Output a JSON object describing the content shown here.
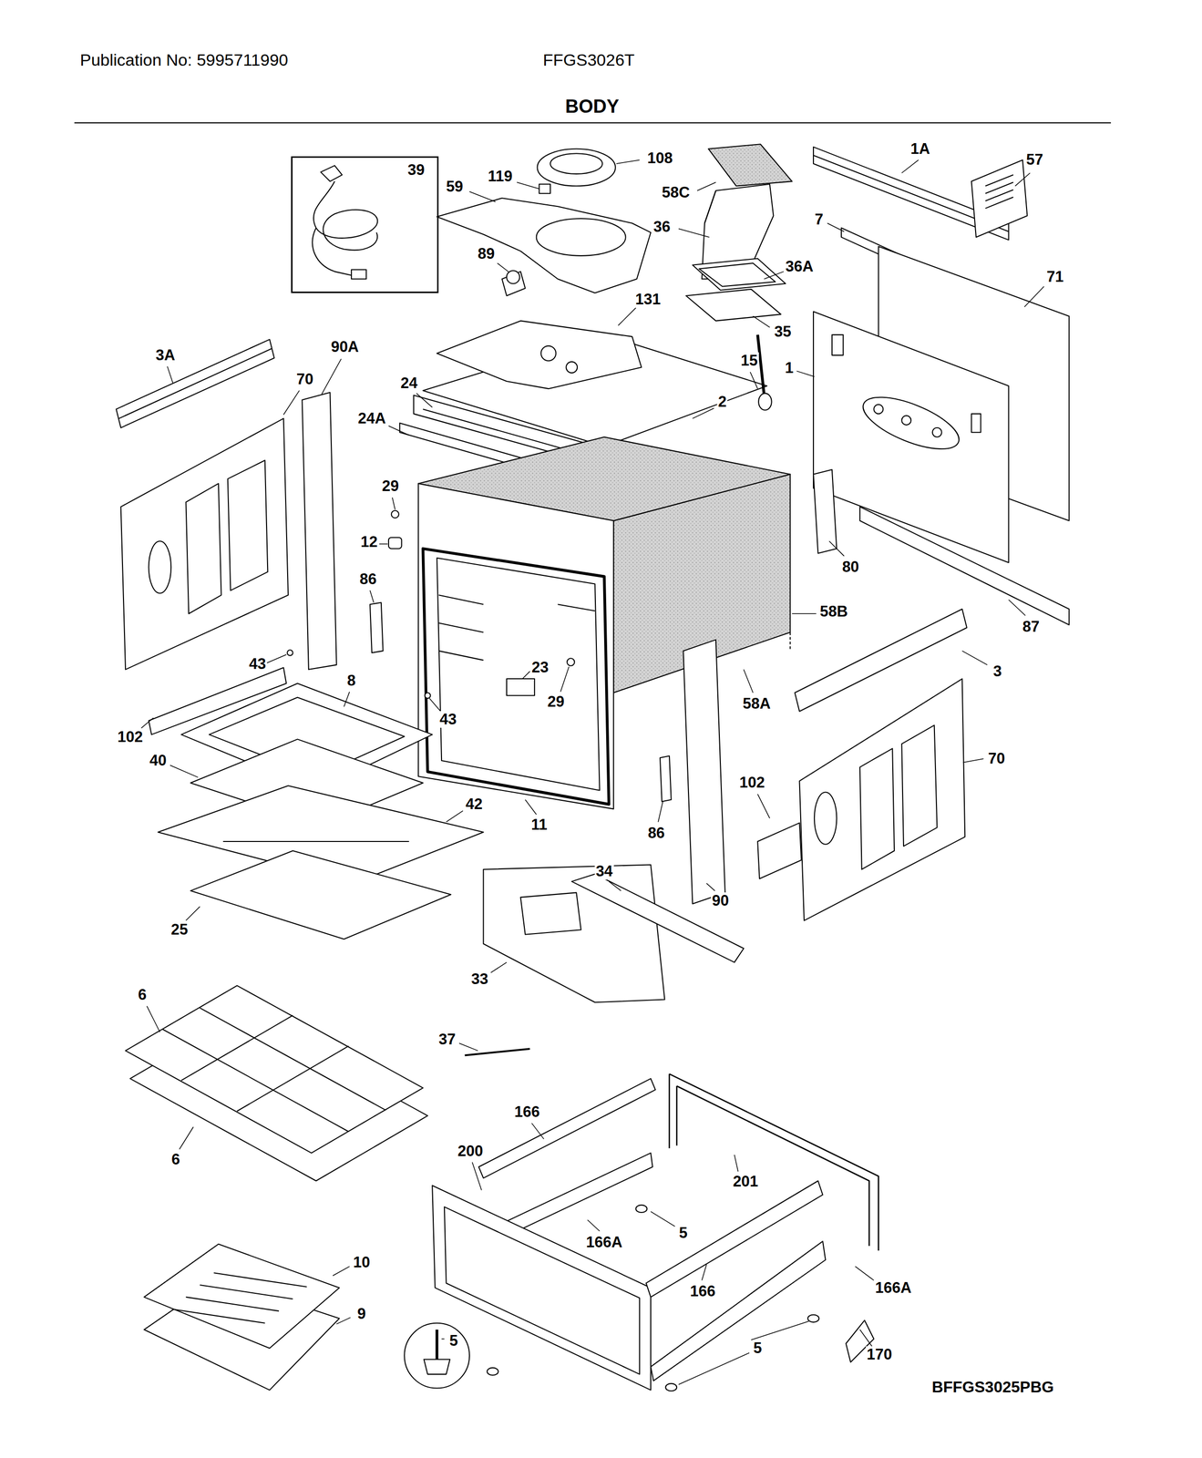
{
  "diagram": {
    "title": "BODY",
    "nodes": [
      {
        "text": [
          "39"
        ]
      }
    ],
    "labels": [
      "Publication No: 5995711990",
      "FFGS3026T",
      "108",
      "1A",
      "57",
      "119",
      "59",
      "58C",
      "36",
      "7",
      "89",
      "36A",
      "71",
      "131",
      "35",
      "3A",
      "90A",
      "15",
      "1",
      "70",
      "24",
      "2",
      "24A",
      "29",
      "12",
      "80",
      "86",
      "58B",
      "87",
      "43",
      "23",
      "3",
      "8",
      "29",
      "58A",
      "43",
      "102",
      "70",
      "40",
      "102",
      "42",
      "11",
      "86",
      "34",
      "90",
      "25",
      "33",
      "6",
      "37",
      "166",
      "200",
      "6",
      "201",
      "5",
      "166A",
      "10",
      "166A",
      "166",
      "9",
      "5",
      "5",
      "170",
      "BFFGS3025PBG"
    ]
  }
}
